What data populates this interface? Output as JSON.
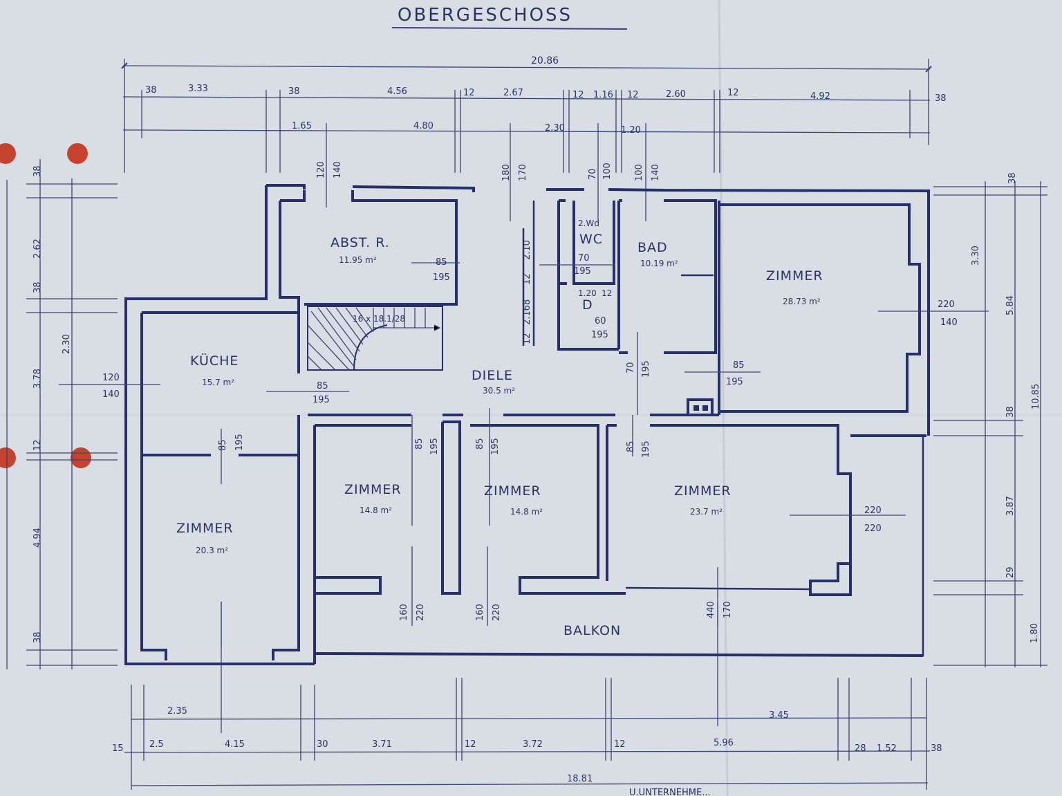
{
  "title": "OBERGESCHOSS",
  "colors": {
    "paper": "#d9dde4",
    "ink": "#2a3464",
    "punch": "#c4422e"
  },
  "rooms": {
    "abstell": {
      "name": "ABST. R.",
      "area": "11.95 m²"
    },
    "wc": {
      "name": "WC",
      "label": "2.Wd"
    },
    "dusche": {
      "name": "D"
    },
    "bad": {
      "name": "BAD",
      "area": "10.19 m²"
    },
    "zimmer_ne": {
      "name": "ZIMMER",
      "area": "28.73 m²"
    },
    "kueche": {
      "name": "KÜCHE",
      "area": "15.7 m²"
    },
    "diele": {
      "name": "DIELE",
      "area": "30.5 m²"
    },
    "zimmer_sw": {
      "name": "ZIMMER",
      "area": "20.3 m²"
    },
    "zimmer_s1": {
      "name": "ZIMMER",
      "area": "14.8 m²"
    },
    "zimmer_s2": {
      "name": "ZIMMER",
      "area": "14.8 m²"
    },
    "zimmer_se": {
      "name": "ZIMMER",
      "area": "23.7 m²"
    },
    "balkon": {
      "name": "BALKON"
    },
    "stairs": {
      "label": "16 x 18.1/28"
    }
  },
  "dims": {
    "top_total": "20.86",
    "top_row": [
      "38",
      "3.33",
      "38",
      "4.56",
      "12",
      "2.67",
      "12",
      "1.16",
      "12",
      "2.60",
      "12",
      "4.92",
      "38"
    ],
    "top_row2": [
      "1.65",
      "4.80",
      "2.30",
      "1.20"
    ],
    "left_col": [
      "38",
      "2.62",
      "38",
      "3.78",
      "12",
      "4.94",
      "38"
    ],
    "left_col2": [
      "2.30"
    ],
    "right_col": [
      "38",
      "3.30",
      "5.84",
      "38",
      "3.87",
      "29",
      "1.80"
    ],
    "right_total": "10.85",
    "bottom_row": [
      "15",
      "2.5",
      "4.15",
      "30",
      "3.71",
      "12",
      "3.72",
      "12",
      "5.96",
      "28",
      "1.52",
      "38"
    ],
    "bottom_row2": [
      "2.35",
      "3.45"
    ],
    "bottom_total": "18.81",
    "openings": {
      "abst_win": [
        "120",
        "140"
      ],
      "abst_door": [
        "85",
        "195"
      ],
      "dielen_win": [
        "180",
        "170"
      ],
      "dielen_side1": [
        "12",
        "2.10"
      ],
      "dielen_side2": [
        "2.168",
        "12"
      ],
      "wc_win": [
        "70",
        "100"
      ],
      "wc_door": [
        "70",
        "195"
      ],
      "d_door": [
        "60",
        "195"
      ],
      "d_win": [
        "1.20",
        "12"
      ],
      "bad_win": [
        "100",
        "140"
      ],
      "bad_door": [
        "70",
        "195"
      ],
      "zne_win": [
        "220",
        "140"
      ],
      "zne_door": [
        "85",
        "195"
      ],
      "kueche_win": [
        "120",
        "140"
      ],
      "kueche_door": [
        "85",
        "195"
      ],
      "zsw_door": [
        "85",
        "195"
      ],
      "zs1_door": [
        "85",
        "195"
      ],
      "zs2_door": [
        "85",
        "195"
      ],
      "zse_door": [
        "85",
        "195"
      ],
      "zse_win": [
        "220",
        "220"
      ],
      "zs1_balc": [
        "160",
        "220"
      ],
      "zs2_balc": [
        "160",
        "220"
      ],
      "zse_balc": [
        "440",
        "170"
      ]
    }
  },
  "stamp_text": "U.UNTERNEHME..."
}
